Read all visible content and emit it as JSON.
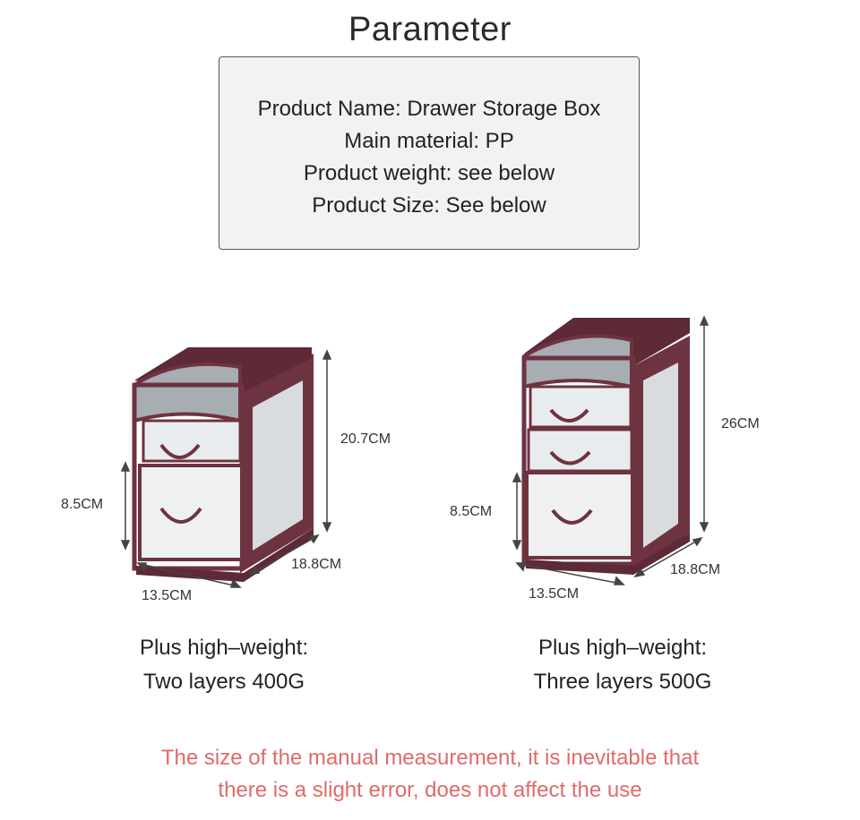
{
  "title": "Parameter",
  "params": [
    "Product Name: Drawer Storage Box",
    "Main material: PP",
    "Product weight: see below",
    "Product Size: See below"
  ],
  "products": [
    {
      "height_label": "20.7CM",
      "drawer_label": "8.5CM",
      "depth_label": "18.8CM",
      "width_label": "13.5CM",
      "weight_line1": "Plus high–weight:",
      "weight_line2": "Two layers 400G"
    },
    {
      "height_label": "26CM",
      "drawer_label": "8.5CM",
      "depth_label": "18.8CM",
      "width_label": "13.5CM",
      "weight_line1": "Plus high–weight:",
      "weight_line2": "Three layers 500G"
    }
  ],
  "note_line1": "The size of the manual measurement, it is inevitable that",
  "note_line2": "there is a slight error, does not affect the use",
  "colors": {
    "frame": "#6e3340",
    "lid": "#a7adb2",
    "drawer": "#e9ecee",
    "note": "#e06a6a"
  }
}
